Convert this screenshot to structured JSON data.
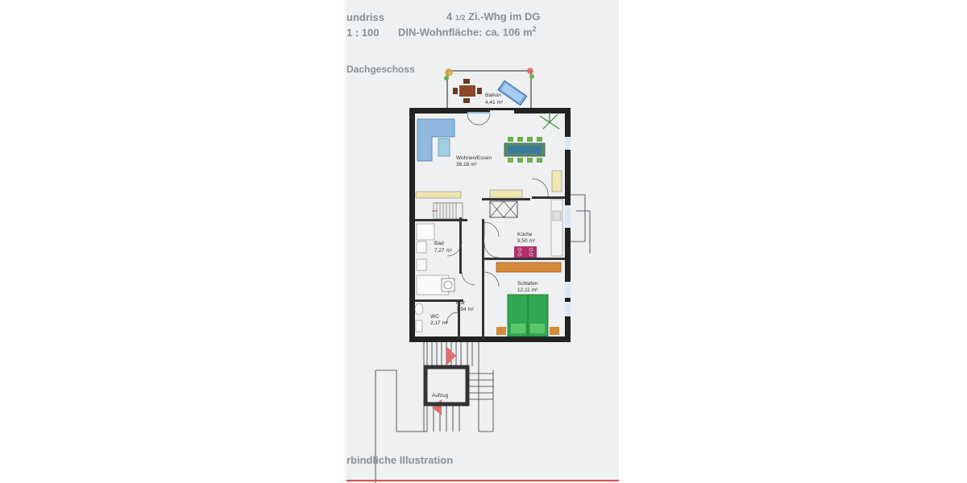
{
  "header": {
    "left_top": "undriss",
    "left_bottom": "1 : 100",
    "right_top_prefix": "4",
    "right_top_fraction": "1/2",
    "right_top_suffix": "Zi.-Whg im DG",
    "right_bottom": "DIN-Wohnfläche: ca. 106 m",
    "right_bottom_sup": "2"
  },
  "floor_label": "Dachgeschoss",
  "rooms": {
    "balkon": {
      "name": "Balkon",
      "area": "4,41 m²"
    },
    "wohnen": {
      "name": "Wohnen/Essen",
      "area": "38,18 m²"
    },
    "kueche": {
      "name": "Küche",
      "area": "9,50 m²"
    },
    "bad": {
      "name": "Bad",
      "area": "7,27 m²"
    },
    "schlafen": {
      "name": "Schlafen",
      "area": "12,11 m²"
    },
    "flur": {
      "name": "Flur",
      "area": "7,94 m²"
    },
    "wc": {
      "name": "WC",
      "area": "2,17 m²"
    },
    "aufzug": {
      "name": "Aufzug"
    }
  },
  "footer": {
    "disclaimer": "rbindliche Illustration"
  },
  "colors": {
    "wall": "#222222",
    "bed": "#2fa84f",
    "wardrobe": "#d68a3a",
    "hob": "#b0306a",
    "sofa": "#8fb8e0",
    "table_wood": "#8a4a2a",
    "stair_arrow": "#e07070"
  }
}
